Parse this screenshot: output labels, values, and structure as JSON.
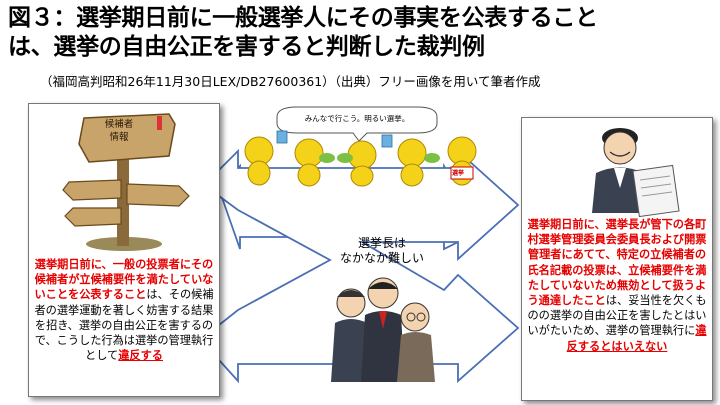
{
  "title": {
    "line1": "図３：選挙期日前に一般選挙人にその事実を公表すること",
    "line2": "は、選挙の自由公正を害すると判断した裁判例"
  },
  "source": "（福岡高判昭和26年11月30日LEX/DB27600361）（出典）フリー画像を用いて筆者作成",
  "sign": {
    "line1": "候補者",
    "line2": "情報"
  },
  "bubble": "みんなで行こう。明るい選挙。",
  "mascot_badge": "選挙",
  "center_label": {
    "line1": "選挙長は",
    "line2": "なかなか難しい"
  },
  "left_text": {
    "red": "選挙期日前に、一般の投票者にその候補者が立候補要件を満たしていないことを公表すること",
    "black": "は、その候補者の選挙運動を著しく妨害する結果を招き、選挙の自由公正を害するので、こうした行為は選挙の管理執行として",
    "underlined": "違反する"
  },
  "right_text": {
    "red": "選挙期日前に、選挙長が管下の各町村選挙管理委員会委員長および開票管理者にあてて、特定の立候補者の氏名記載の投票は、立候補要件を満たしていないため無効として扱うよう通達したこと",
    "black": "は、妥当性を欠くものの選挙の自由公正を害したとはいいがたいため、選挙の管理執行に",
    "underlined": "違反するとはいえない"
  },
  "colors": {
    "arrow_fill": "#ffffff",
    "arrow_stroke": "#4a6fb5",
    "emphasis_red": "#e60000",
    "mascot_yellow": "#f5d21a"
  }
}
